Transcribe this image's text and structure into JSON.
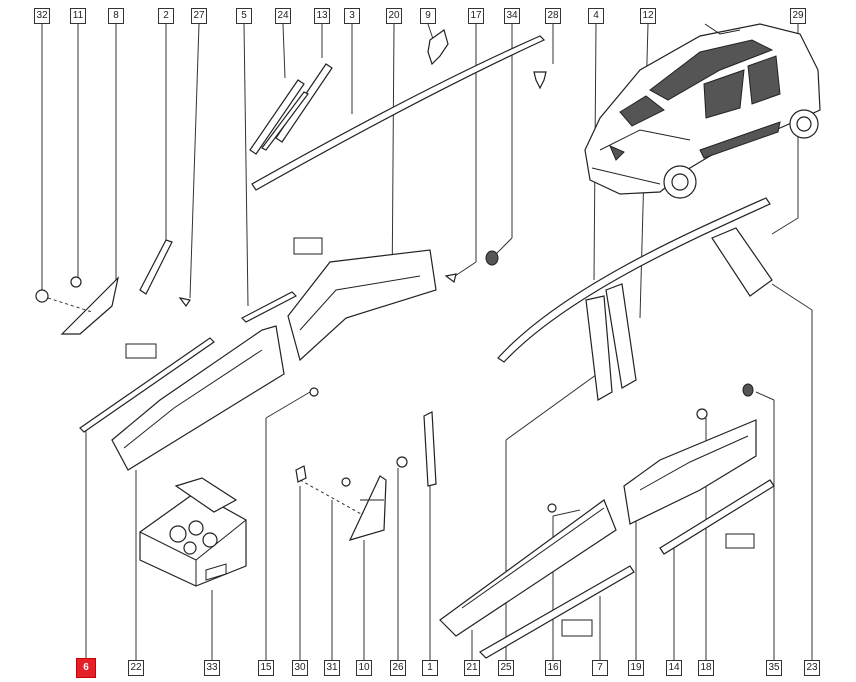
{
  "diagram": {
    "highlight_color": "#e4202a",
    "callouts_top": [
      "32",
      "11",
      "8",
      "2",
      "27",
      "5",
      "24",
      "13",
      "3",
      "20",
      "9",
      "17",
      "34",
      "28",
      "4",
      "12",
      "29"
    ],
    "callouts_bottom": [
      "6",
      "22",
      "33",
      "15",
      "30",
      "31",
      "10",
      "26",
      "1",
      "21",
      "25",
      "16",
      "7",
      "19",
      "14",
      "18",
      "35",
      "23"
    ],
    "active_callout": "6"
  }
}
